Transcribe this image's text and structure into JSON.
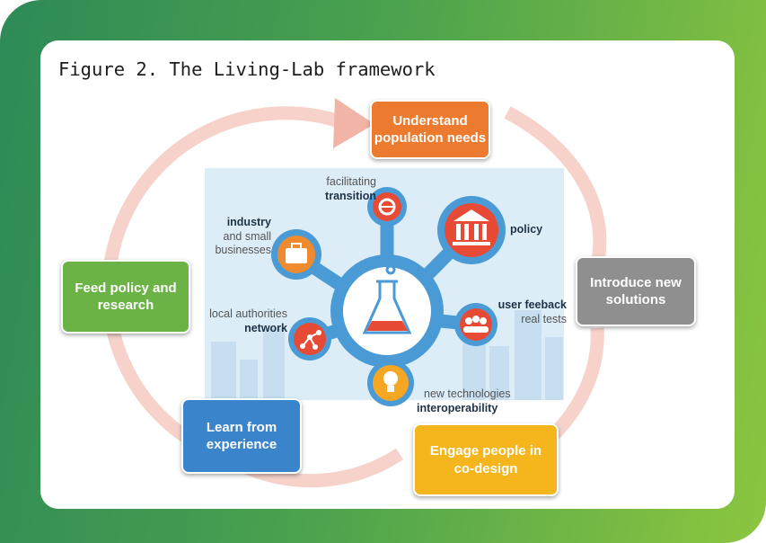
{
  "caption": "Figure 2. The Living-Lab framework",
  "cycle_steps": {
    "understand": "Understand\npopulation needs",
    "introduce": "Introduce new\nsolutions",
    "engage": "Engage people in\nco-design",
    "learn": "Learn from\nexperience",
    "feed": "Feed policy and\nresearch"
  },
  "hub": {
    "transition_light": "facilitating",
    "transition_bold": "transition",
    "industry_bold": "industry",
    "industry_light1": "and small",
    "industry_light2": "businesses",
    "policy_bold": "policy",
    "feedback_bold": "user feeback",
    "feedback_light": "real tests",
    "network_light": "local authorities",
    "network_bold": "network",
    "tech_light": "new technologies",
    "tech_bold": "interoperability"
  },
  "colors": {
    "frame_gradient_start": "#2e8a57",
    "frame_gradient_end": "#8cc63f",
    "understand": "#ec7a2f",
    "introduce": "#8f8f8f",
    "engage": "#f5b51c",
    "learn": "#3a84cc",
    "feed": "#6cb347",
    "hub_blue": "#4a9ad6",
    "icon_orange": "#ef8b2e",
    "icon_red": "#e74b36",
    "background_light_blue": "#dcedf8",
    "cycle_arrow": "#f0b2a6"
  },
  "icons": [
    "gear-globe-icon",
    "briefcase-icon",
    "institution-icon",
    "flask-icon",
    "people-icon",
    "network-icon",
    "lightbulb-icon"
  ]
}
